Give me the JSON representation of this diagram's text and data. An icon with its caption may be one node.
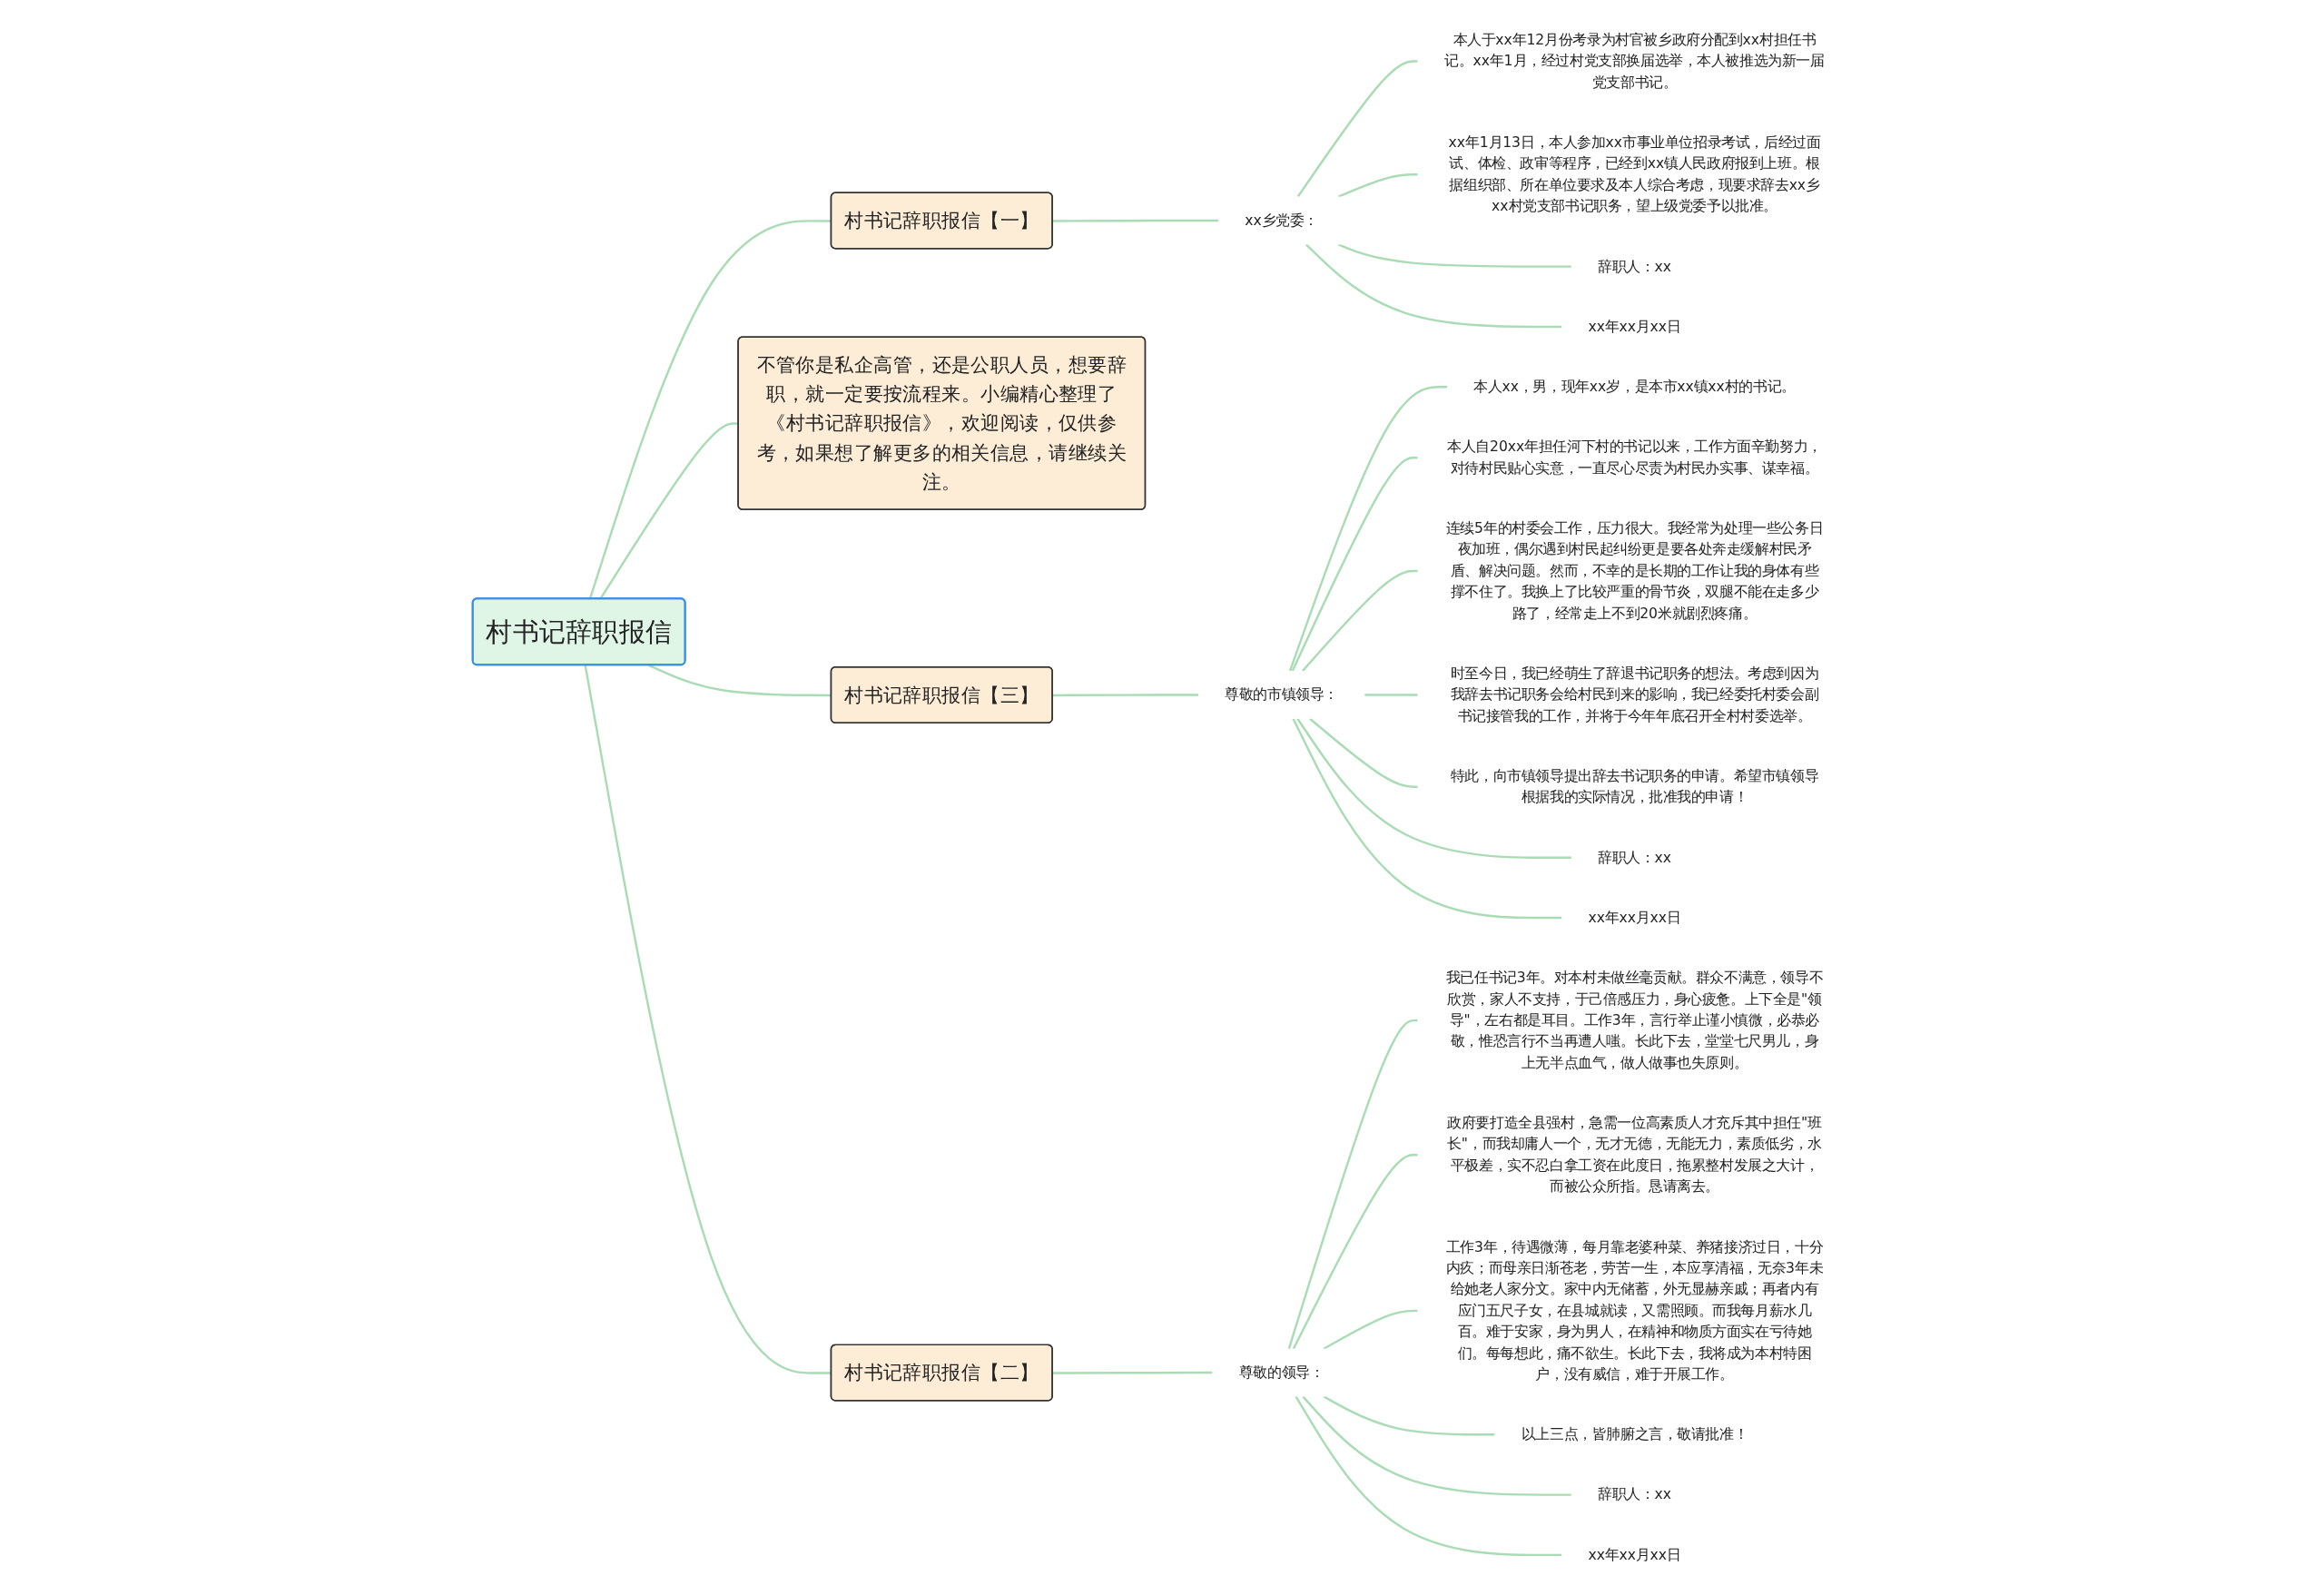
{
  "diagram": {
    "nodes": [
      {
        "text": [
          "村书记辞职报信"
        ]
      },
      {
        "text": [
          "村书记辞职报信【一】"
        ]
      },
      {
        "text": [
          "xx乡党委："
        ]
      },
      {
        "text": [
          "本人于xx年12月份考录为村官被乡政府分配到xx村担任书记。xx年1月，经过村党支部换届选举，本人被推选为新一届党支部书记。"
        ]
      },
      {
        "text": [
          "xx年1月13日，本人参加xx市事业单位招录考试，后经过面试、体检、政审等程序，已经到xx镇人民政府报到上班。根据组织部、所在单位要求及本人综合考虑，现要求辞去xx乡xx村党支部书记职务，望上级党委予以批准。"
        ]
      },
      {
        "text": [
          "辞职人：xx"
        ]
      },
      {
        "text": [
          "xx年xx月xx日"
        ]
      },
      {
        "text": [
          "不管你是私企高管，还是公职人员，想要辞职，就一定要按流程来。小编精心整理了《村书记辞职报信》，欢迎阅读，仅供参考，如果想了解更多的相关信息，请继续关注。"
        ]
      },
      {
        "text": [
          "村书记辞职报信【三】"
        ]
      },
      {
        "text": [
          "尊敬的市镇领导："
        ]
      },
      {
        "text": [
          "本人xx，男，现年xx岁，是本市xx镇xx村的书记。"
        ]
      },
      {
        "text": [
          "本人自20xx年担任河下村的书记以来，工作方面辛勤努力，对待村民贴心实意，一直尽心尽责为村民办实事、谋幸福。"
        ]
      },
      {
        "text": [
          "连续5年的村委会工作，压力很大。我经常为处理一些公务日夜加班，偶尔遇到村民起纠纷更是要各处奔走缓解村民矛盾、解决问题。然而，不幸的是长期的工作让我的身体有些撑不住了。我换上了比较严重的骨节炎，双腿不能在走多少路了，经常走上不到20米就剧烈疼痛。"
        ]
      },
      {
        "text": [
          "时至今日，我已经萌生了辞退书记职务的想法。考虑到因为我辞去书记职务会给村民到来的影响，我已经委托村委会副书记接管我的工作，并将于今年年底召开全村村委选举。"
        ]
      },
      {
        "text": [
          "特此，向市镇领导提出辞去书记职务的申请。希望市镇领导根据我的实际情况，批准我的申请！"
        ]
      },
      {
        "text": [
          "辞职人：xx"
        ]
      },
      {
        "text": [
          "xx年xx月xx日"
        ]
      },
      {
        "text": [
          "村书记辞职报信【二】"
        ]
      },
      {
        "text": [
          "尊敬的领导："
        ]
      },
      {
        "text": [
          "我已任书记3年。对本村未做丝毫贡献。群众不满意，领导不欣赏，家人不支持，于己倍感压力，身心疲惫。上下全是\"领导\"，左右都是耳目。工作3年，言行举止谨小慎微，必恭必敬，惟恐言行不当再遭人嗤。长此下去，堂堂七尺男儿，身上无半点血气，做人做事也失原则。"
        ]
      },
      {
        "text": [
          "政府要打造全县强村，急需一位高素质人才充斥其中担任\"班长\"，而我却庸人一个，无才无德，无能无力，素质低劣，水平极差，实不忍白拿工资在此度日，拖累整村发展之大计，而被公众所指。恳请离去。"
        ]
      },
      {
        "text": [
          "工作3年，待遇微薄，每月靠老婆种菜、养猪接济过日，十分内疚；而母亲日渐苍老，劳苦一生，本应享清福，无奈3年未给她老人家分文。家中内无储蓄，外无显赫亲戚；再者内有应门五尺子女，在县城就读，又需照顾。而我每月薪水几百。难于安家，身为男人，在精神和物质方面实在亏待她们。每每想此，痛不欲生。长此下去，我将成为本村特困户，没有威信，难于开展工作。"
        ]
      },
      {
        "text": [
          "以上三点，皆肺腑之言，敬请批准！"
        ]
      },
      {
        "text": [
          "辞职人：xx"
        ]
      },
      {
        "text": [
          "xx年xx月xx日"
        ]
      }
    ],
    "edges": [
      {
        "from": 0,
        "to": 1,
        "arrow": "none"
      },
      {
        "from": 1,
        "to": 2,
        "arrow": "none"
      },
      {
        "from": 2,
        "to": 3,
        "arrow": "none"
      },
      {
        "from": 2,
        "to": 4,
        "arrow": "none"
      },
      {
        "from": 2,
        "to": 5,
        "arrow": "none"
      },
      {
        "from": 2,
        "to": 6,
        "arrow": "none"
      },
      {
        "from": 0,
        "to": 7,
        "arrow": "none"
      },
      {
        "from": 0,
        "to": 8,
        "arrow": "none"
      },
      {
        "from": 8,
        "to": 9,
        "arrow": "none"
      },
      {
        "from": 9,
        "to": 10,
        "arrow": "none"
      },
      {
        "from": 9,
        "to": 11,
        "arrow": "none"
      },
      {
        "from": 9,
        "to": 12,
        "arrow": "none"
      },
      {
        "from": 9,
        "to": 13,
        "arrow": "none"
      },
      {
        "from": 9,
        "to": 14,
        "arrow": "none"
      },
      {
        "from": 9,
        "to": 15,
        "arrow": "none"
      },
      {
        "from": 9,
        "to": 16,
        "arrow": "none"
      },
      {
        "from": 0,
        "to": 17,
        "arrow": "none"
      },
      {
        "from": 17,
        "to": 18,
        "arrow": "none"
      },
      {
        "from": 18,
        "to": 19,
        "arrow": "none"
      },
      {
        "from": 18,
        "to": 20,
        "arrow": "none"
      },
      {
        "from": 18,
        "to": 21,
        "arrow": "none"
      },
      {
        "from": 18,
        "to": 22,
        "arrow": "none"
      },
      {
        "from": 18,
        "to": 23,
        "arrow": "none"
      },
      {
        "from": 18,
        "to": 24,
        "arrow": "none"
      }
    ]
  }
}
